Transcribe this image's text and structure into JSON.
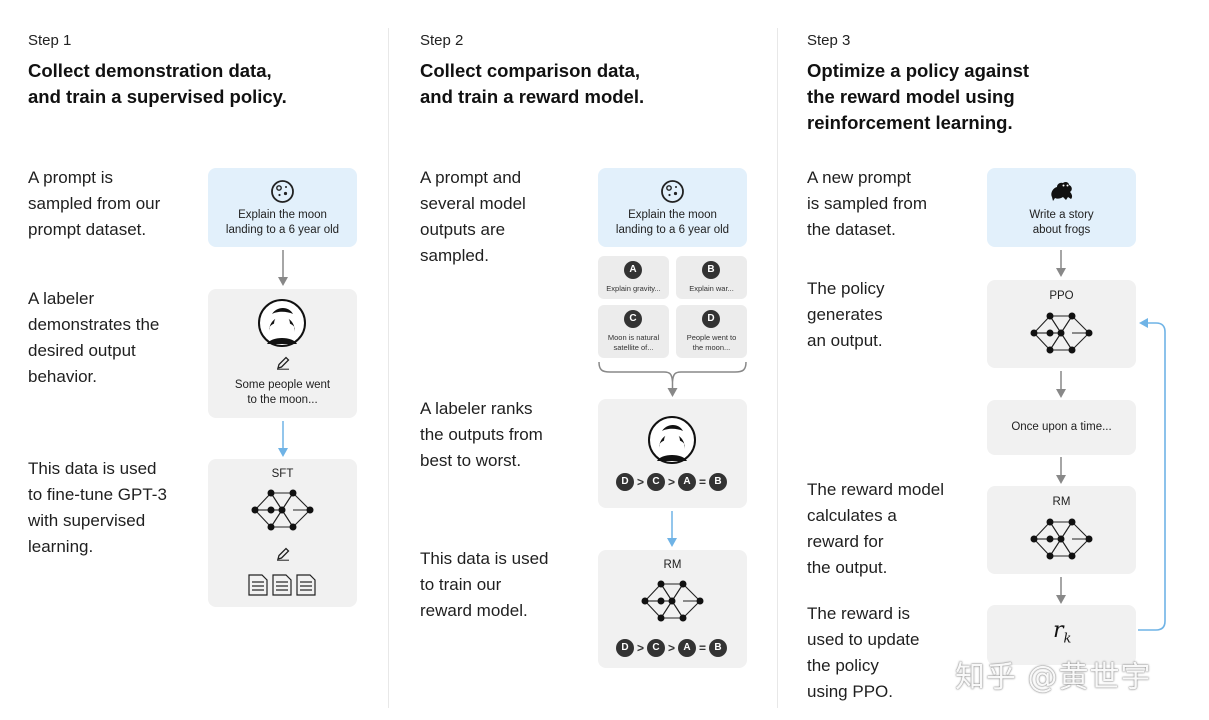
{
  "steps": [
    {
      "label": "Step 1",
      "title": "Collect demonstration data,\nand train a supervised policy.",
      "descriptions": [
        "A prompt is\nsampled from our\nprompt dataset.",
        "A labeler\ndemonstrates the\ndesired output\nbehavior.",
        "This data is used\nto fine-tune GPT-3\nwith supervised\nlearning."
      ],
      "prompt_text": "Explain the moon\nlanding to a 6 year old",
      "demo_text": "Some people went\nto the moon...",
      "model_label": "SFT"
    },
    {
      "label": "Step 2",
      "title": "Collect comparison data,\nand train a reward model.",
      "descriptions": [
        "A prompt and\nseveral model\noutputs are\nsampled.",
        "A labeler ranks\nthe outputs from\nbest to worst.",
        "This data is used\nto train our\nreward model."
      ],
      "prompt_text": "Explain the moon\nlanding to a 6 year old",
      "outputs": [
        {
          "letter": "A",
          "text": "Explain gravity..."
        },
        {
          "letter": "B",
          "text": "Explain war..."
        },
        {
          "letter": "C",
          "text": "Moon is natural\nsatellite of..."
        },
        {
          "letter": "D",
          "text": "People went to\nthe moon..."
        }
      ],
      "ranking": [
        "D",
        ">",
        "C",
        ">",
        "A",
        "=",
        "B"
      ],
      "model_label": "RM"
    },
    {
      "label": "Step 3",
      "title": "Optimize a policy against\nthe reward model using\nreinforcement learning.",
      "descriptions": [
        "A new prompt\nis sampled from\nthe dataset.",
        "The policy\ngenerates\nan output.",
        "The reward model\ncalculates a\nreward for\nthe output.",
        "The reward is\nused to update\nthe policy\nusing PPO."
      ],
      "prompt_text": "Write a story\nabout frogs",
      "policy_label": "PPO",
      "output_text": "Once upon a time...",
      "rm_label": "RM",
      "reward_symbol": "r",
      "reward_subscript": "k"
    }
  ],
  "watermark": "知乎 @黄世宇",
  "icons": [
    "moon-icon",
    "labeler-avatar-icon",
    "pencil-icon",
    "neural-net-icon",
    "document-icon",
    "frog-icon"
  ],
  "colors": {
    "prompt_box": "#e2f0fb",
    "box": "#f1f1f1",
    "blue_arrow": "#6fb3e6",
    "gray_arrow": "#888888",
    "badge": "#333333"
  }
}
